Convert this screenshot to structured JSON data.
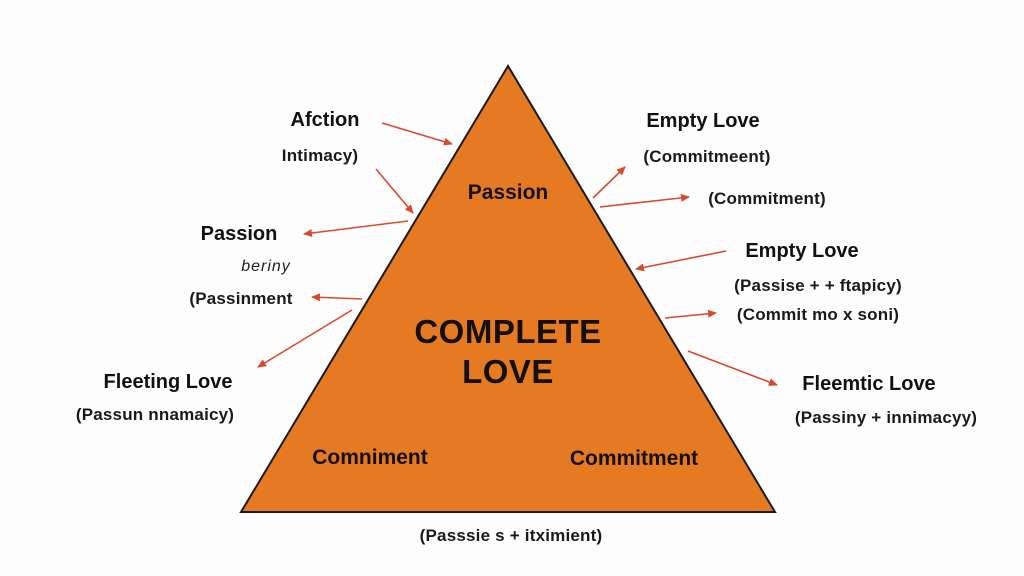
{
  "diagram": {
    "colors": {
      "triangle": "#e57a22",
      "arrow": "#d94a2c",
      "text": "#111111"
    },
    "triangle": {
      "top_label": "Passion",
      "center_line1": "COMPLETE",
      "center_line2": "LOVE",
      "left_label": "Comniment",
      "right_label": "Commitment"
    },
    "left_labels": {
      "afection": "Afction",
      "intimacy": "Intimacy)",
      "passion": "Passion",
      "beriny": "beriny",
      "passinment": "(Passinment",
      "fleeting_love": "Fleeting Love",
      "fleeting_sub": "(Passun nnamaicy)"
    },
    "right_labels": {
      "empty_love_top": "Empty Love",
      "commitment_paren_1": "(Commitmeent)",
      "commitment_paren_2": "(Commitment)",
      "empty_love_mid": "Empty Love",
      "passise_ftapicy": "(Passise + + ftapicy)",
      "commit_mo_xsoni": "(Commit mo x soni)",
      "fleemtic_love": "Fleemtic Love",
      "fleemtic_sub": "(Passiny + innimacyy)"
    },
    "bottom_label": "(Passsie s + itximient)"
  }
}
